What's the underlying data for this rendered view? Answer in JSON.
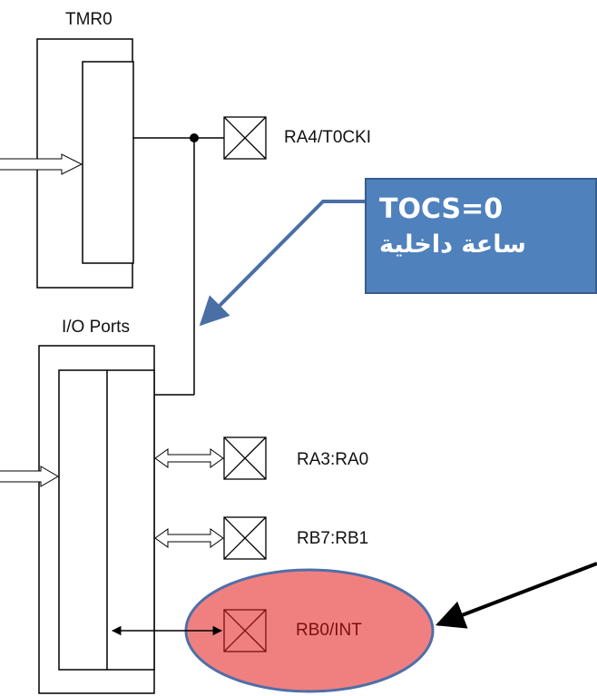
{
  "blocks": {
    "tmr0": {
      "title": "TMR0"
    },
    "io_ports": {
      "title": "I/O Ports"
    }
  },
  "pins": {
    "ra4": "RA4/T0CKI",
    "ra3_ra0": "RA3:RA0",
    "rb7_rb1": "RB7:RB1",
    "rb0": "RB0/INT"
  },
  "callout": {
    "line1": "TOCS=0",
    "line2": "ساعة داخلية"
  },
  "colors": {
    "callout_fill": "#4f81bd",
    "callout_arrow": "#4a6fa5",
    "highlight_fill": "#f08080",
    "highlight_stroke": "#4f6fa8",
    "rb0_text": "#7a0f0f",
    "line": "#000000"
  }
}
